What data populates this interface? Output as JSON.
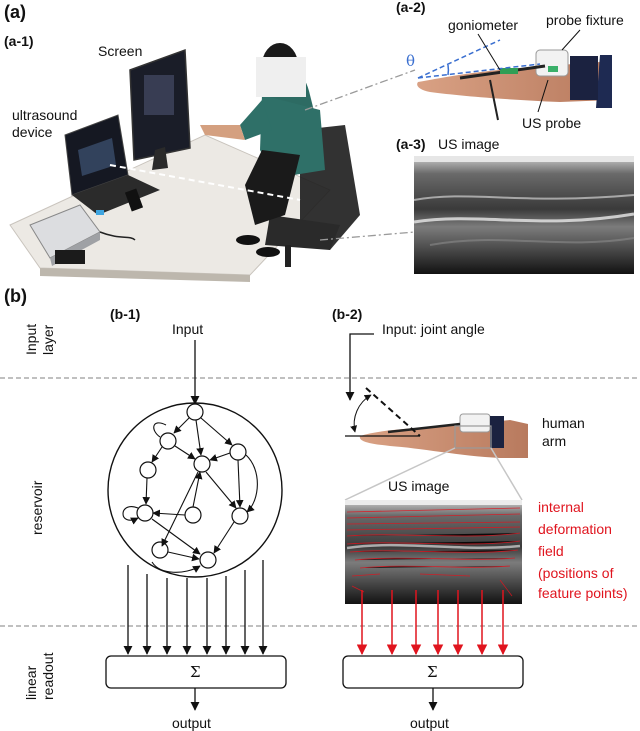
{
  "panel_a": {
    "label": "(a)",
    "a1": {
      "label": "(a-1)",
      "screen": "Screen",
      "device_line1": "ultrasound",
      "device_line2": "device"
    },
    "a2": {
      "label": "(a-2)",
      "goniometer": "goniometer",
      "fixture": "probe fixture",
      "probe": "US probe",
      "theta": "θ"
    },
    "a3": {
      "label": "(a-3)",
      "title": "US image"
    }
  },
  "panel_b": {
    "label": "(b)",
    "b1": {
      "label": "(b-1)",
      "input": "Input",
      "sum": "Σ",
      "output": "output"
    },
    "b2": {
      "label": "(b-2)",
      "input": "Input: joint angle",
      "arm_line1": "human",
      "arm_line2": "arm",
      "us_image": "US image",
      "sum": "Σ",
      "output": "output",
      "field_lines": [
        "internal",
        "deformation",
        "field",
        "(positions of",
        "feature points)"
      ]
    },
    "layers": {
      "input_line1": "Input",
      "input_line2": "layer",
      "reservoir": "reservoir",
      "readout_line1": "linear",
      "readout_line2": "readout"
    }
  },
  "colors": {
    "red": "#e0141e",
    "dashed": "#9a9a9a",
    "arrow": "#111111"
  }
}
